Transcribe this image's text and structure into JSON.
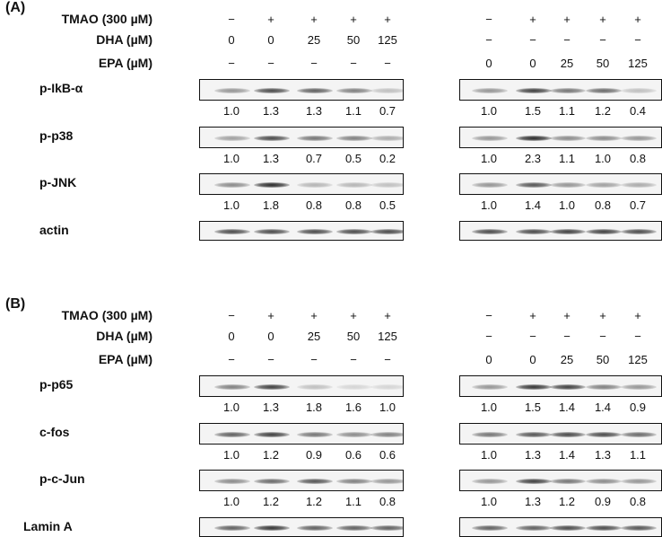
{
  "panels": [
    {
      "label": "(A)",
      "conditions": {
        "tmao_label": "TMAO (300 µM)",
        "dha_label": "DHA (µM)",
        "epa_label": "EPA (µM)"
      },
      "left": {
        "tmao": [
          "−",
          "+",
          "+",
          "+",
          "+"
        ],
        "dha": [
          "0",
          "0",
          "25",
          "50",
          "125"
        ],
        "epa": [
          "−",
          "−",
          "−",
          "−",
          "−"
        ]
      },
      "right": {
        "tmao": [
          "−",
          "+",
          "+",
          "+",
          "+"
        ],
        "dha": [
          "−",
          "−",
          "−",
          "−",
          "−"
        ],
        "epa": [
          "0",
          "0",
          "25",
          "50",
          "125"
        ]
      },
      "blots": [
        {
          "name": "p-IkB-α",
          "left": [
            "1.0",
            "1.3",
            "1.3",
            "1.1",
            "0.7"
          ],
          "right": [
            "1.0",
            "1.5",
            "1.1",
            "1.2",
            "0.4"
          ]
        },
        {
          "name": "p-p38",
          "left": [
            "1.0",
            "1.3",
            "0.7",
            "0.5",
            "0.2"
          ],
          "right": [
            "1.0",
            "2.3",
            "1.1",
            "1.0",
            "0.8"
          ]
        },
        {
          "name": "p-JNK",
          "left": [
            "1.0",
            "1.8",
            "0.8",
            "0.8",
            "0.5"
          ],
          "right": [
            "1.0",
            "1.4",
            "1.0",
            "0.8",
            "0.7"
          ]
        },
        {
          "name": "actin",
          "left": [],
          "right": []
        }
      ]
    },
    {
      "label": "(B)",
      "conditions": {
        "tmao_label": "TMAO (300 µM)",
        "dha_label": "DHA (µM)",
        "epa_label": "EPA (µM)"
      },
      "left": {
        "tmao": [
          "−",
          "+",
          "+",
          "+",
          "+"
        ],
        "dha": [
          "0",
          "0",
          "25",
          "50",
          "125"
        ],
        "epa": [
          "−",
          "−",
          "−",
          "−",
          "−"
        ]
      },
      "right": {
        "tmao": [
          "−",
          "+",
          "+",
          "+",
          "+"
        ],
        "dha": [
          "−",
          "−",
          "−",
          "−",
          "−"
        ],
        "epa": [
          "0",
          "0",
          "25",
          "50",
          "125"
        ]
      },
      "blots": [
        {
          "name": "p-p65",
          "left": [
            "1.0",
            "1.3",
            "1.8",
            "1.6",
            "1.0"
          ],
          "right": [
            "1.0",
            "1.5",
            "1.4",
            "1.4",
            "0.9"
          ]
        },
        {
          "name": "c-fos",
          "left": [
            "1.0",
            "1.2",
            "0.9",
            "0.6",
            "0.6"
          ],
          "right": [
            "1.0",
            "1.3",
            "1.4",
            "1.3",
            "1.1"
          ]
        },
        {
          "name": "p-c-Jun",
          "left": [
            "1.0",
            "1.2",
            "1.2",
            "1.1",
            "0.8"
          ],
          "right": [
            "1.0",
            "1.3",
            "1.2",
            "0.9",
            "0.8"
          ]
        },
        {
          "name": "Lamin A",
          "left": [],
          "right": []
        }
      ]
    }
  ]
}
